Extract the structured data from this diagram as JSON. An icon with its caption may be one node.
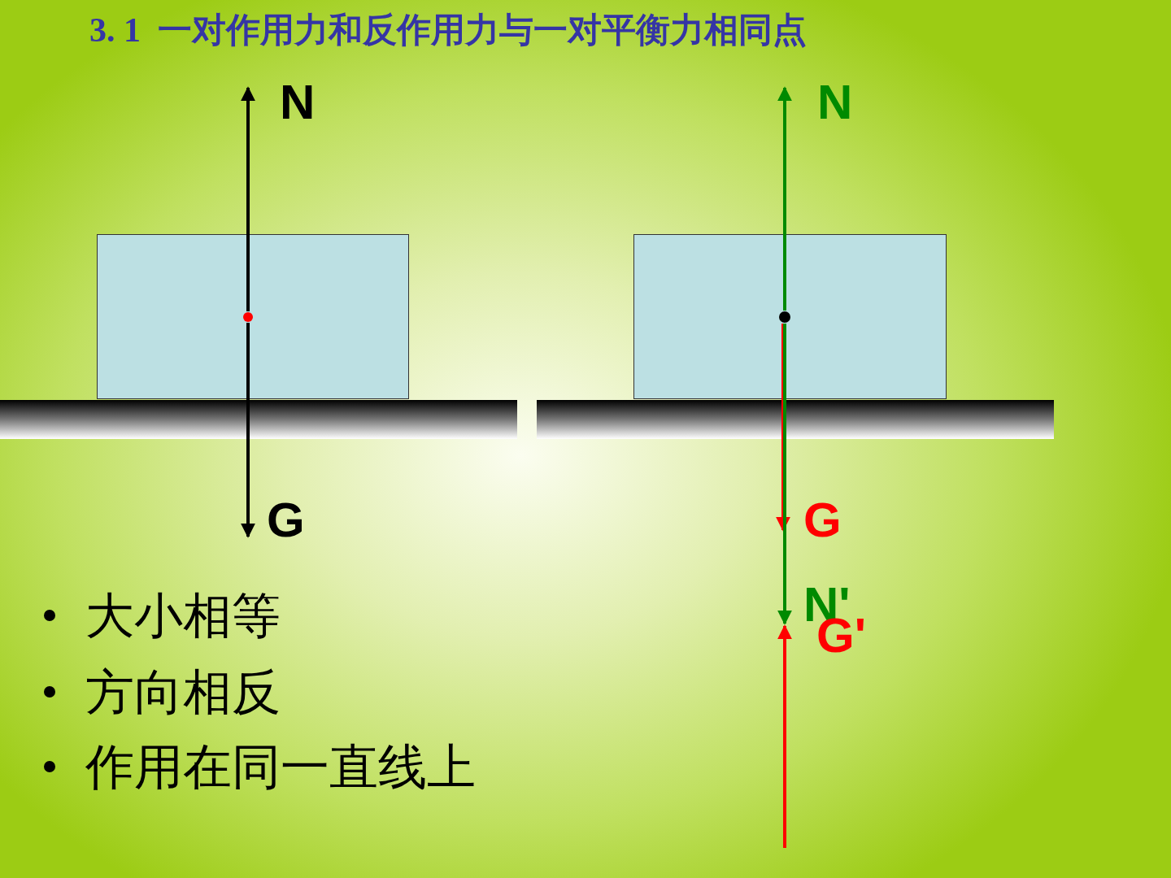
{
  "diagram": {
    "title": "3. 1  一对作用力和反作用力与一对平衡力相同点",
    "nodes": [
      {
        "text": [],
        "shape": "box"
      },
      {
        "text": [],
        "shape": "circle",
        "in": 0
      },
      {
        "text": [
          "N"
        ]
      },
      {
        "text": [
          "G"
        ]
      },
      {
        "text": [],
        "shape": "box"
      },
      {
        "text": [],
        "shape": "circle",
        "in": 4
      },
      {
        "text": [
          "N"
        ]
      },
      {
        "text": [
          "G"
        ]
      },
      {
        "text": [
          "N'"
        ]
      },
      {
        "text": [
          "G'"
        ]
      }
    ],
    "edges": [
      {
        "from": 1,
        "to": 2,
        "arrow": "to"
      },
      {
        "from": 1,
        "to": 3,
        "arrow": "to"
      },
      {
        "from": 5,
        "to": 6,
        "arrow": "to",
        "color": "#008a00"
      },
      {
        "from": 5,
        "to": 7,
        "arrow": "to",
        "color": "#ff0000"
      },
      {
        "from": 5,
        "to": 8,
        "arrow": "to",
        "color": "#008a00"
      },
      {
        "from": null,
        "to": 9,
        "arrow": "to",
        "color": "#ff0000"
      }
    ],
    "labels": [
      "大小相等",
      "方向相反",
      "作用在同一直线上"
    ]
  }
}
